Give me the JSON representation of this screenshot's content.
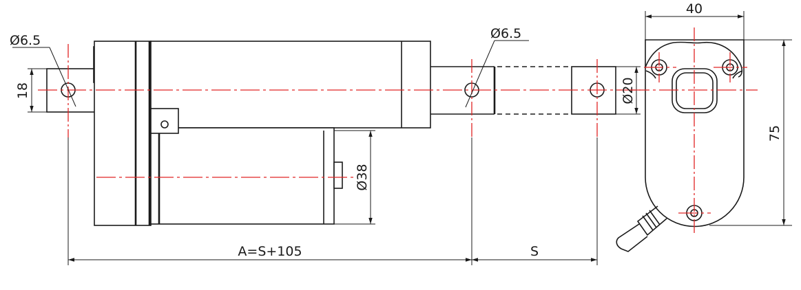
{
  "dimensions": {
    "hole_diameter_rear": "Ø6.5",
    "hole_diameter_front": "Ø6.5",
    "clevis_height": "18",
    "rod_diameter": "Ø20",
    "motor_diameter": "Ø38",
    "retracted_length": "A=S+105",
    "stroke": "S",
    "end_width": "40",
    "end_height": "75"
  },
  "colors": {
    "outline": "#1a1a1a",
    "centerline": "#e02424",
    "background": "#ffffff"
  }
}
